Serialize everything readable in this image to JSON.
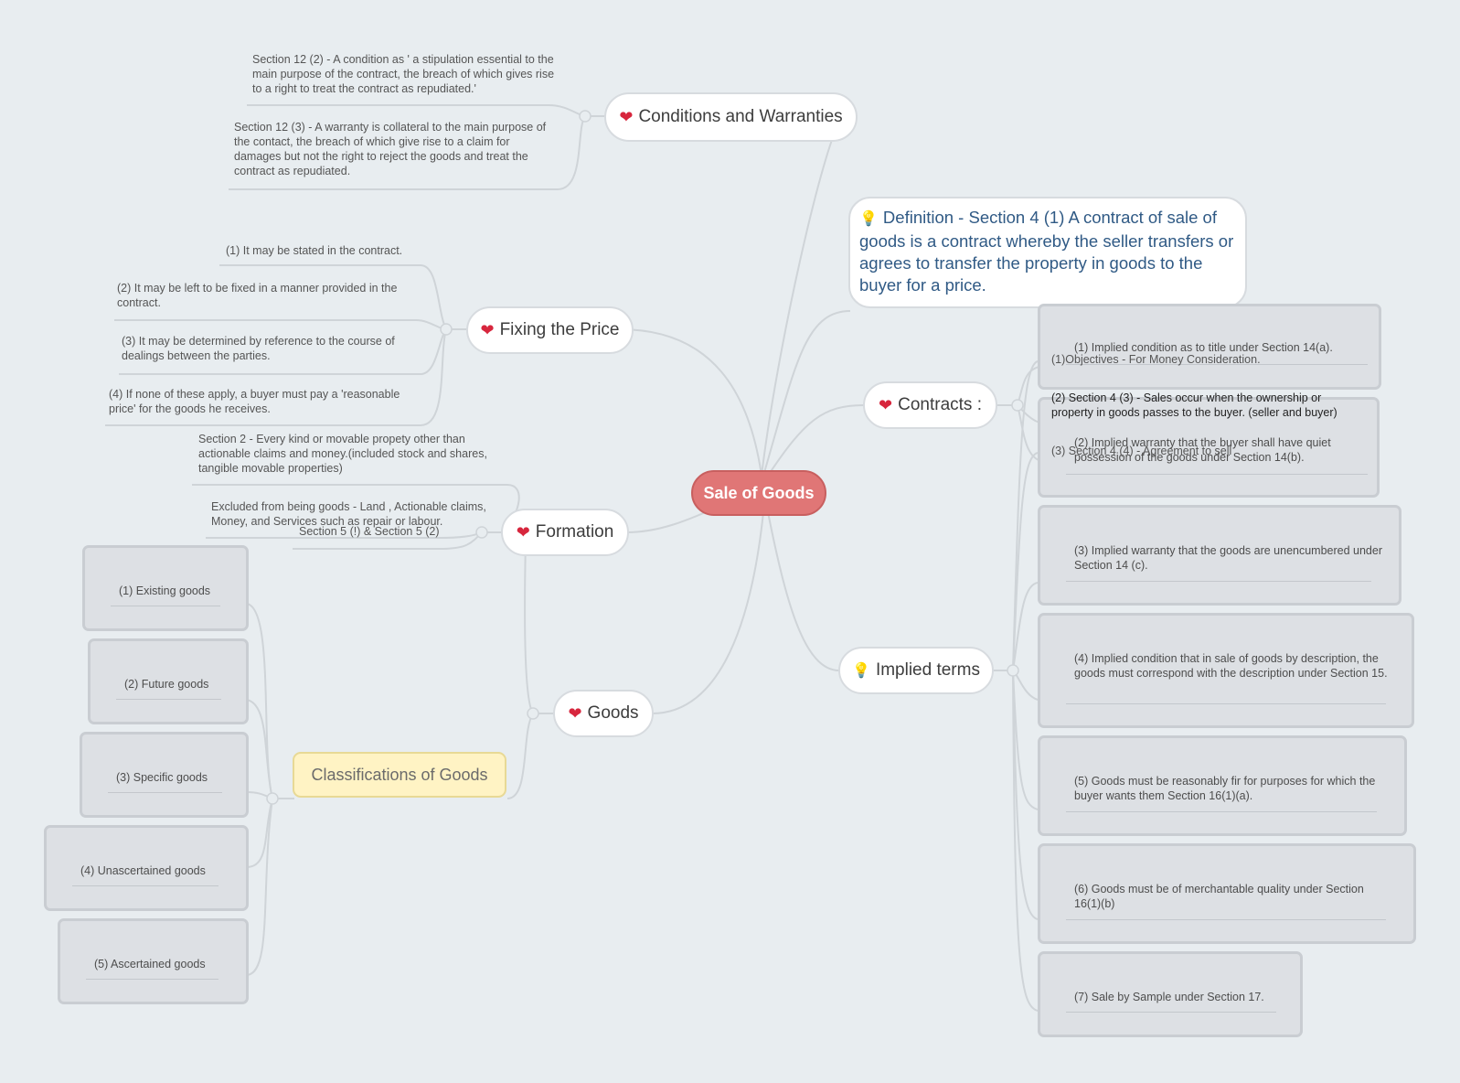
{
  "root": "Sale of Goods",
  "definition": "Definition - Section 4 (1) A contract of sale of goods is a contract whereby the seller transfers or agrees to transfer the property in goods to the buyer for a price.",
  "topics": {
    "conditions": "Conditions and Warranties",
    "price": "Fixing the Price",
    "contracts": "Contracts :",
    "formation": "Formation",
    "goods": "Goods",
    "implied": "Implied terms",
    "classifications": "Classifications of Goods"
  },
  "icons": {
    "topic": "heart-icon",
    "idea": "bulb-icon"
  },
  "conditions_notes": [
    "Section 12 (2) - A condition as ' a stipulation essential to the main purpose of the contract, the breach of which gives rise to a right to treat the contract as repudiated.'",
    "Section 12 (3) - A warranty is collateral to the main purpose of the contact, the breach of which give rise to a claim for damages but not the right to reject the goods and treat the contract as repudiated."
  ],
  "price_notes": [
    "(1) It may be stated in the contract.",
    "(2) It may be left to be fixed in a manner provided in the contract.",
    "(3) It may be determined by reference to the course of dealings between the parties.",
    "(4) If none of these apply, a buyer must pay a 'reasonable price' for the goods he receives."
  ],
  "formation_notes": [
    "Section 2 - Every kind or movable propety other than actionable claims and money.(included stock and shares, tangible movable properties)",
    "Excluded from being goods - Land , Actionable claims, Money, and Services such as repair or labour.",
    "Section 5 (!) & Section 5 (2)"
  ],
  "classification_items": [
    "(1) Existing goods",
    "(2) Future goods",
    "(3) Specific goods",
    "(4) Unascertained goods",
    "(5) Ascertained goods"
  ],
  "contracts_notes": [
    "(1)Objectives - For Money Consideration.",
    "(2) Section 4 (3) - Sales occur when the ownership or property in goods passes to the buyer. (seller and buyer)",
    "(3) Section 4 (4) - Agreement to sell"
  ],
  "implied_items": [
    "(1) Implied condition as to title under Section 14(a).",
    "(2) Implied warranty that the buyer shall have quiet possession of the goods under Section 14(b).",
    "(3) Implied warranty that the goods are unencumbered under Section 14 (c).",
    "(4) Implied condition that in sale of goods by description, the goods must correspond with the description under Section 15.",
    "(5) Goods must be reasonably fir for purposes for which the buyer wants them Section 16(1)(a).",
    "(6) Goods must be of merchantable quality under Section 16(1)(b)",
    "(7) Sale by Sample under Section 17."
  ]
}
